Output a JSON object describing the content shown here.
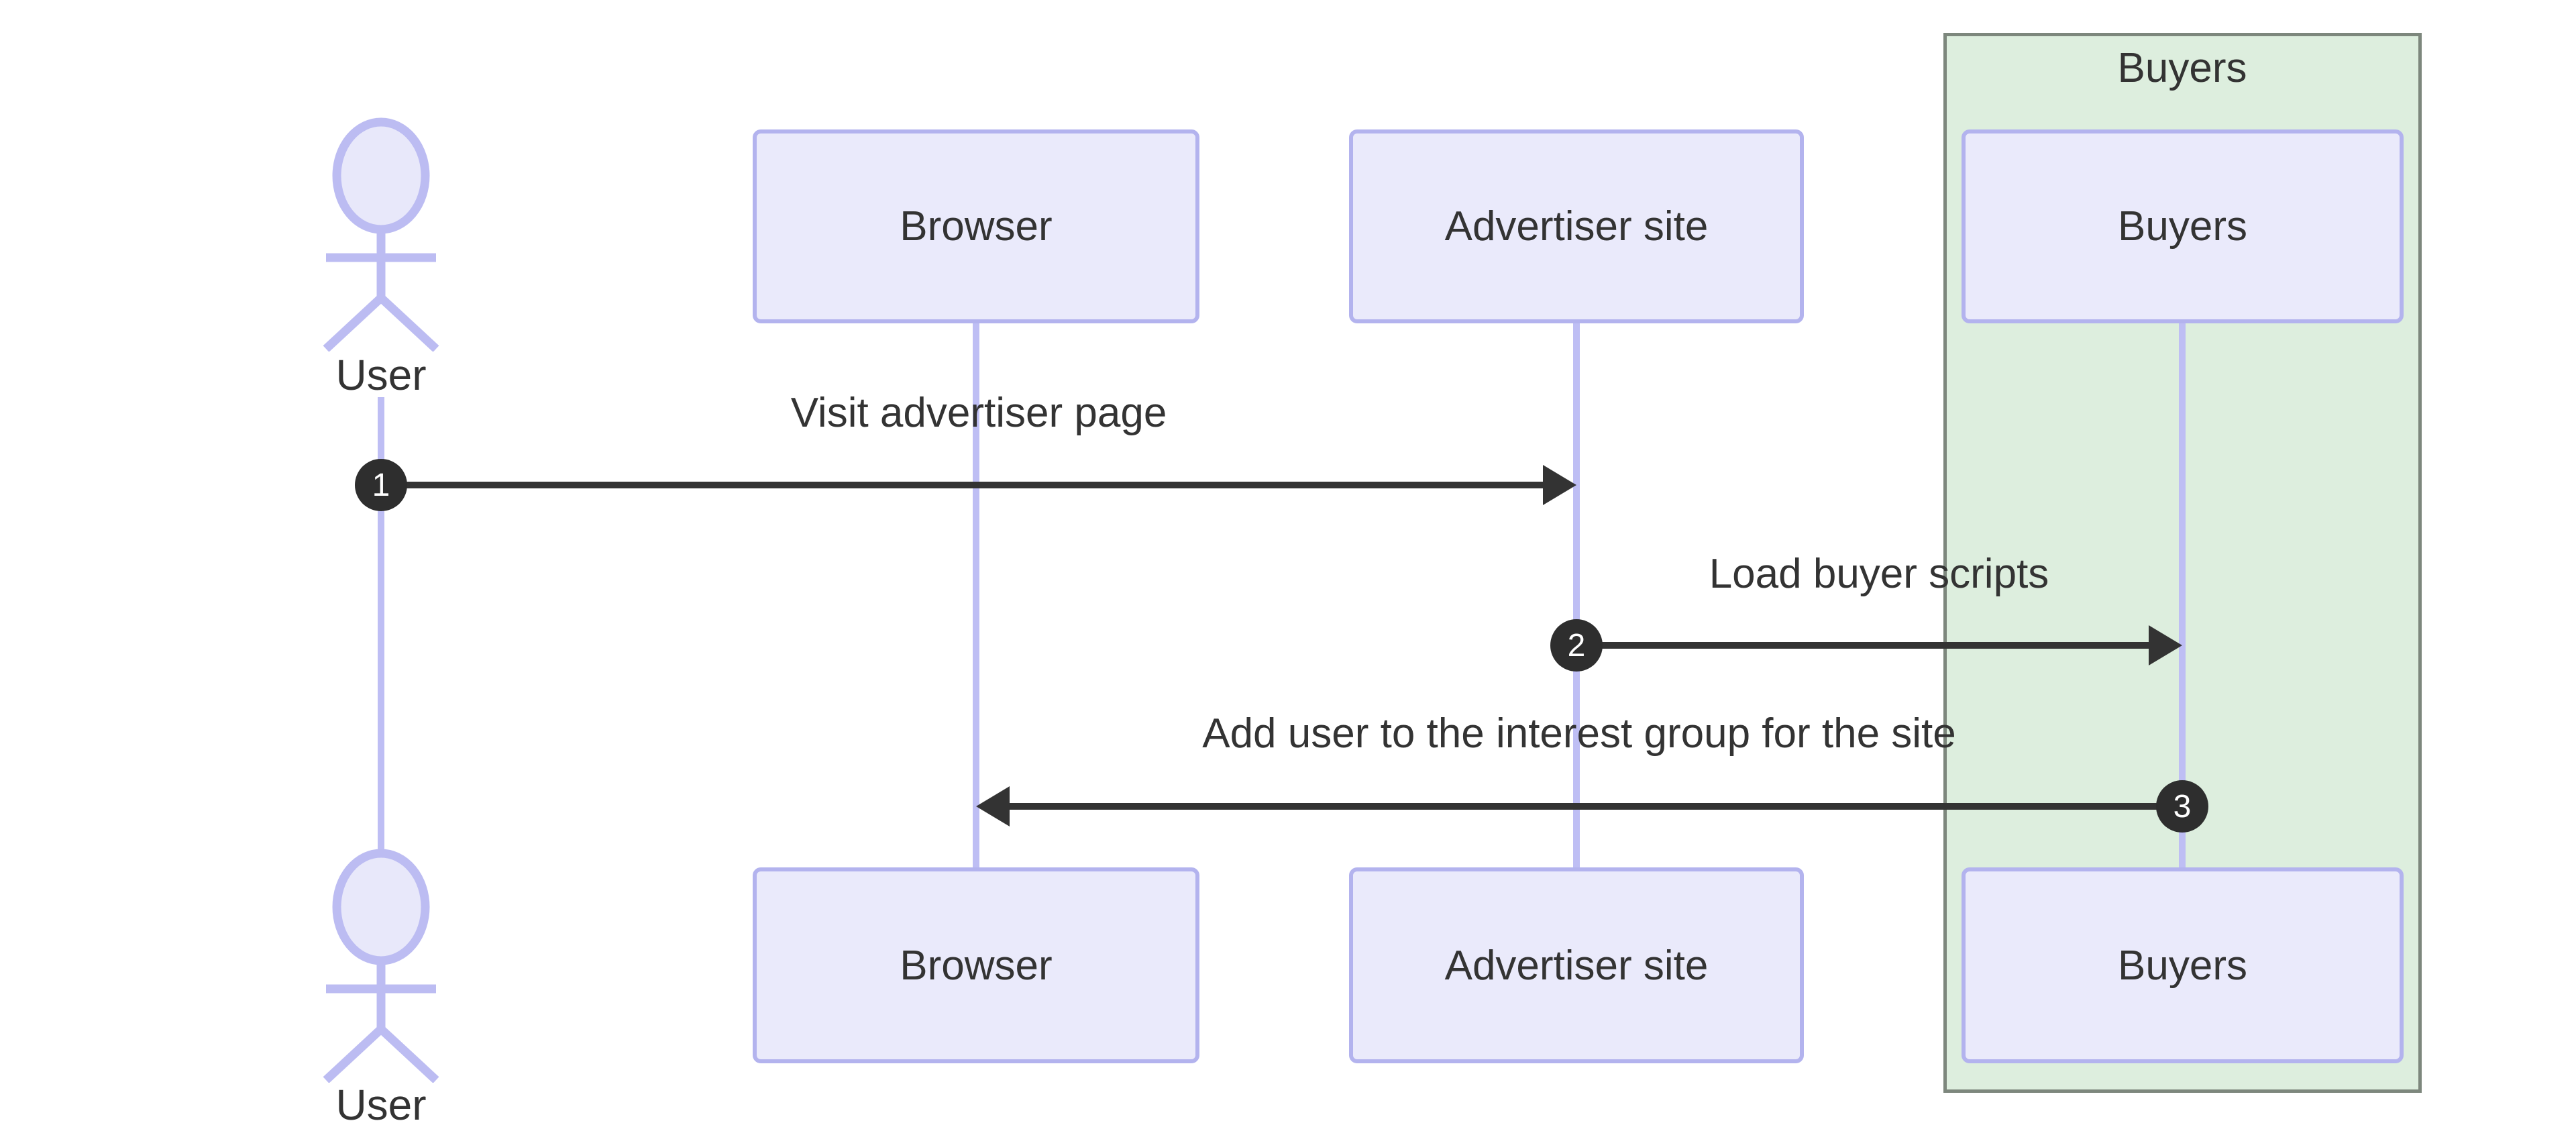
{
  "diagram": {
    "type": "sequence-diagram",
    "group": {
      "label": "Buyers",
      "fill": "#DDEEDE",
      "border_color": "#7D877D"
    },
    "actors": [
      {
        "id": "user",
        "label": "User"
      }
    ],
    "participants": [
      {
        "id": "browser",
        "label": "Browser"
      },
      {
        "id": "advertiser",
        "label": "Advertiser site"
      },
      {
        "id": "buyers",
        "label": "Buyers"
      }
    ],
    "messages": [
      {
        "seq": "1",
        "from": "User",
        "to": "Advertiser site",
        "label": "Visit advertiser page"
      },
      {
        "seq": "2",
        "from": "Advertiser site",
        "to": "Buyers",
        "label": "Load buyer scripts"
      },
      {
        "seq": "3",
        "from": "Buyers",
        "to": "Browser",
        "label": "Add user to the interest group for the site"
      }
    ],
    "colors": {
      "participant_fill": "#EAEAFB",
      "participant_border": "#B3B3EE",
      "lifeline": "#BEBEF4",
      "actor_stroke": "#BCBCF2",
      "actor_head_fill": "#E8E8FA",
      "arrow": "#333333",
      "text": "#333333",
      "badge_fill": "#2E2E2E",
      "badge_text": "#FFFFFF"
    }
  }
}
